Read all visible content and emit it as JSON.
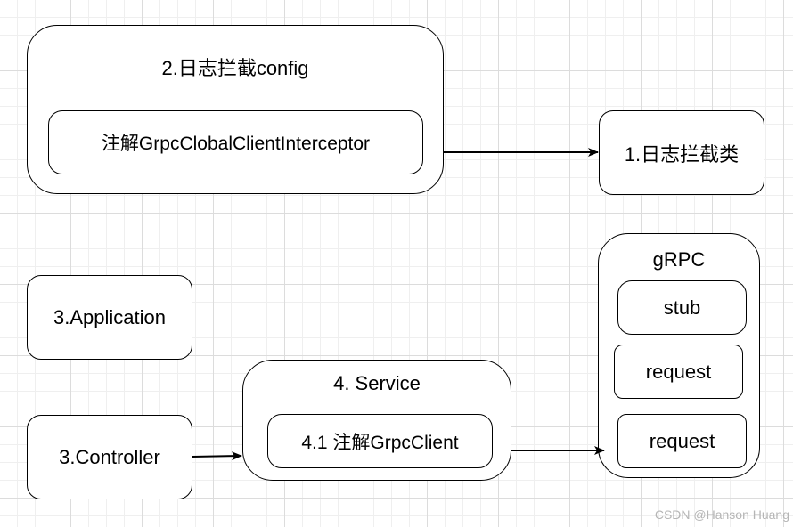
{
  "nodes": {
    "config": {
      "title": "2.日志拦截config",
      "inner": "注解GrpcClobalClientInterceptor"
    },
    "log_interceptor": "1.日志拦截类",
    "application": "3.Application",
    "controller": "3.Controller",
    "service": {
      "title": "4. Service",
      "inner": "4.1 注解GrpcClient"
    },
    "grpc": {
      "title": "gRPC",
      "items": [
        "stub",
        "request",
        "request"
      ]
    }
  },
  "watermark": "CSDN @Hanson Huang"
}
